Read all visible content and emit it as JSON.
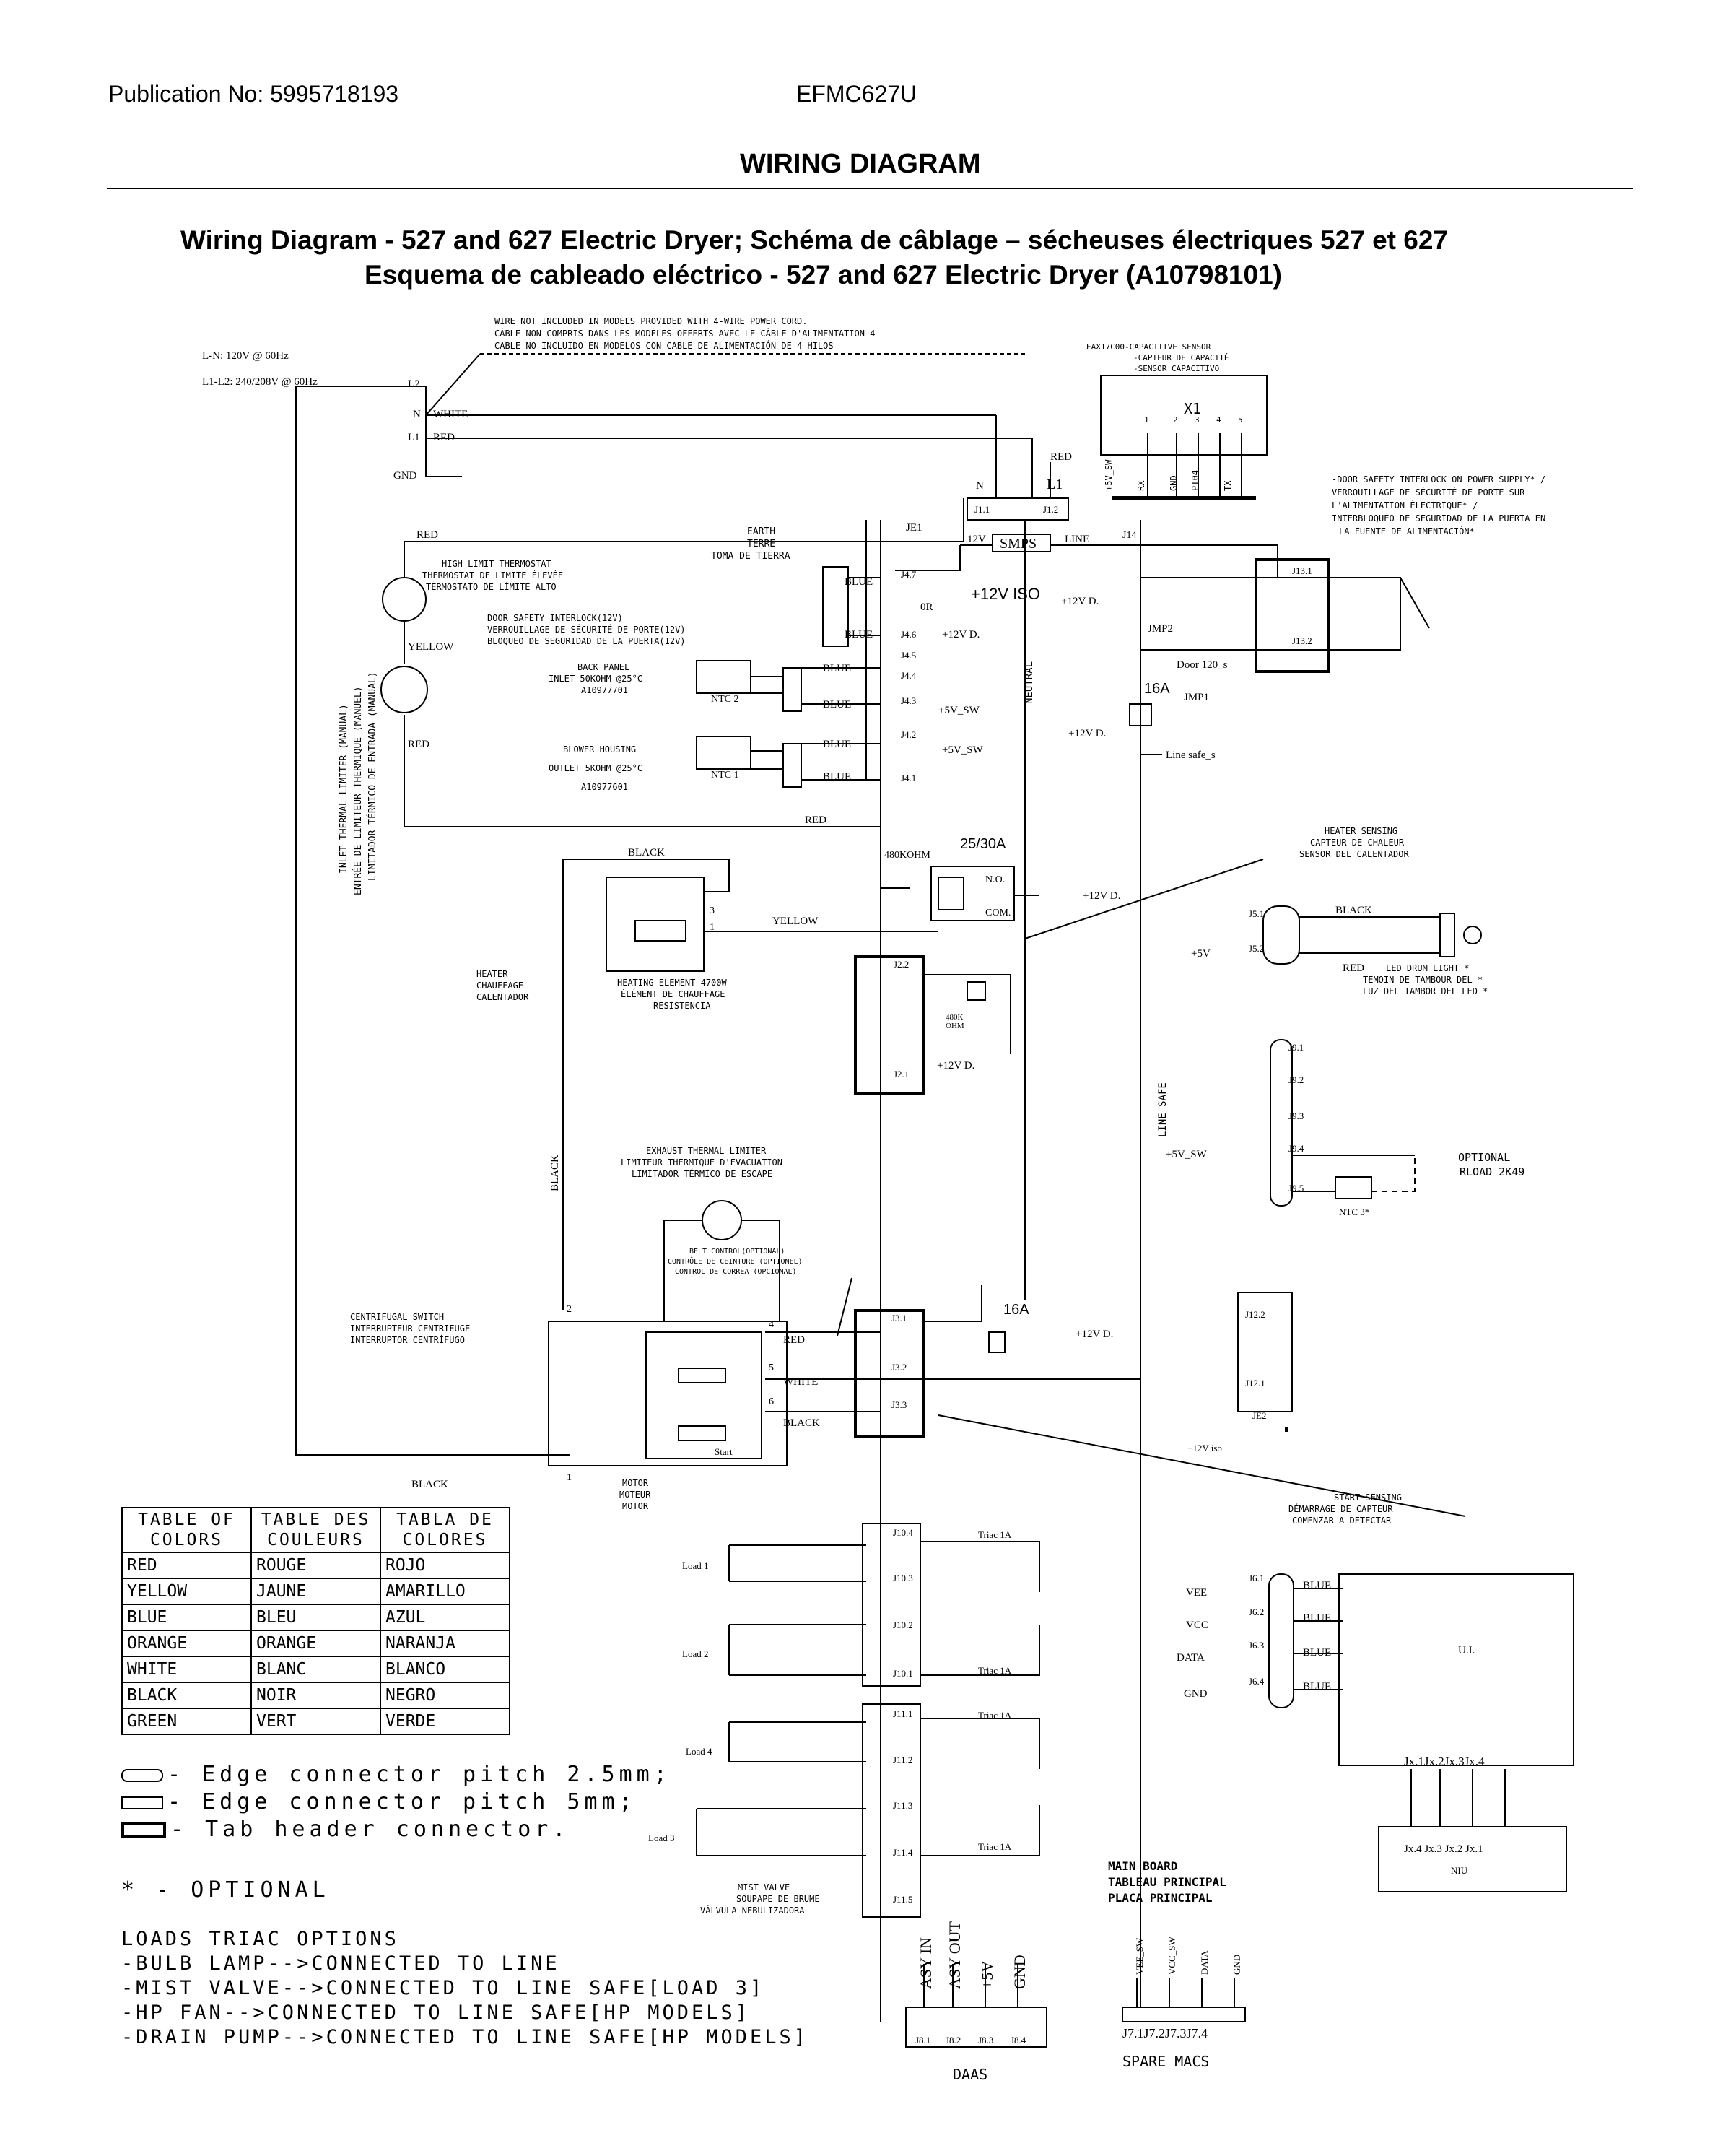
{
  "header": {
    "publication": "Publication No: 5995718193",
    "model": "EFMC627U",
    "section": "WIRING DIAGRAM"
  },
  "title": {
    "line1": "Wiring Diagram - 527 and 627 Electric Dryer; Schéma de câblage – sécheuses électriques 527 et 627",
    "line2": "Esquema de cableado eléctrico - 527 and 627 Electric Dryer (A10798101)"
  },
  "power": {
    "ln": "L-N: 120V @ 60Hz",
    "l1l2": "L1-L2: 240/208V @ 60Hz",
    "l2": "L2",
    "n": "N",
    "l1": "L1",
    "gnd": "GND",
    "white": "WHITE",
    "red": "RED"
  },
  "cord_note": [
    "WIRE NOT INCLUDED IN MODELS PROVIDED WITH 4-WIRE POWER CORD.",
    "CÂBLE NON COMPRIS DANS LES MODÈLES OFFERTS AVEC LE CÂBLE D'ALIMENTATION 4",
    "CABLE NO INCLUIDO EN MODELOS CON CABLE DE ALIMENTACIÓN DE 4 HILOS"
  ],
  "sensor": {
    "lines": [
      "EAX17C00-CAPACITIVE SENSOR",
      "-CAPTEUR DE CAPACITÉ",
      "-SENSOR CAPACITIVO"
    ],
    "x1": "X1",
    "pins": [
      "1",
      "2",
      "3",
      "4",
      "5"
    ],
    "signals": [
      "+5V_SW",
      "RX",
      "GND",
      "PT04",
      "TX"
    ],
    "j14": "J14"
  },
  "interlock_note": [
    "-DOOR SAFETY INTERLOCK ON POWER SUPPLY* /",
    "VERROUILLAGE DE SÉCURITÉ DE PORTE SUR",
    "L'ALIMENTATION ÉLECTRIQUE* /",
    "INTERBLOQUEO DE SEGURIDAD DE LA PUERTA EN",
    "LA FUENTE DE ALIMENTACIÓN*"
  ],
  "labels": {
    "red_top": "RED",
    "n2": "N",
    "l1b": "L1",
    "j11": "J1.1",
    "j12": "J1.2",
    "earth": [
      "EARTH",
      "TERRE",
      "TOMA DE TIERRA"
    ],
    "je1": "JE1",
    "smps": "SMPS",
    "v12": "12V",
    "line": "LINE",
    "v12iso": "+12V ISO",
    "v12d": "+12V D.",
    "high_limit": [
      "HIGH LIMIT THERMOSTAT",
      "THERMOSTAT DE LIMITE ÉLEVÉE",
      "TERMOSTATO DE LÍMITE ALTO"
    ],
    "yellow": "YELLOW",
    "red_mid": "RED",
    "red_left": "RED",
    "inlet_limiter": [
      "INLET THERMAL LIMITER (MANUAL)",
      "ENTRÉE DE LIMITEUR THERMIQUE (MANUEL)",
      "LIMITADOR TÉRMICO DE ENTRADA (MANUAL)"
    ],
    "door_safety": [
      "DOOR SAFETY INTERLOCK(12V)",
      "VERROUILLAGE DE SÉCURITÉ DE PORTE(12V)",
      "BLOQUEO DE SEGURIDAD DE LA PUERTA(12V)"
    ],
    "j47": "J4.7",
    "j46": "J4.6",
    "j45": "J4.5",
    "j44": "J4.4",
    "j43": "J4.3",
    "j42": "J4.2",
    "j41": "J4.1",
    "blue": "BLUE",
    "zero_r": "0R",
    "back_panel": [
      "BACK PANEL",
      "INLET 50KOHM @25°C",
      "A10977701"
    ],
    "ntc2": "NTC 2",
    "ntc1": "NTC 1",
    "blower": [
      "BLOWER HOUSING",
      "OUTLET 5KOHM @25°C",
      "A10977601"
    ],
    "v5sw": "+5V_SW",
    "neutral": "NEUTRAL",
    "j131": "J13.1",
    "j132": "J13.2",
    "jmp2": "JMP2",
    "door120": "Door 120_s",
    "a16": "16A",
    "jmp1": "JMP1",
    "line_safe_s": "Line safe_s",
    "black": "BLACK",
    "r480": "480KOHM",
    "a2530": "25/30A",
    "no": "N.O.",
    "com": "COM.",
    "heater": [
      "HEATER",
      "CHAUFFAGE",
      "CALENTADOR"
    ],
    "heating_element": [
      "HEATING ELEMENT 4700W",
      "ÉLÉMENT DE CHAUFFAGE",
      "RESISTENCIA"
    ],
    "heater_sensing": [
      "HEATER SENSING",
      "CAPTEUR DE CHALEUR",
      "SENSOR DEL CALENTADOR"
    ],
    "j51": "J5.1",
    "j52": "J5.2",
    "v5": "+5V",
    "led_drum": [
      "LED DRUM LIGHT *",
      "TÉMOIN DE TAMBOUR DEL *",
      "LUZ DEL TAMBOR DEL LED *"
    ],
    "j22": "J2.2",
    "j21": "J2.1",
    "k480": "480K",
    "ohm": "OHM",
    "line_safe": "LINE SAFE",
    "j91": "J9.1",
    "j92": "J9.2",
    "j93": "J9.3",
    "j94": "J9.4",
    "j95": "J9.5",
    "optional_rload": [
      "OPTIONAL",
      "RLOAD 2K49"
    ],
    "ntc3": "NTC 3*",
    "exhaust": [
      "EXHAUST THERMAL LIMITER",
      "LIMITEUR THERMIQUE D'ÉVACUATION",
      "LIMITADOR TÉRMICO DE ESCAPE"
    ],
    "belt": [
      "BELT CONTROL(OPTIONAL)",
      "CONTRÔLE DE CEINTURE (OPTIONEL)",
      "CONTROL DE CORREA (OPCIONAL)"
    ],
    "centrifugal": [
      "CENTRIFUGAL SWITCH",
      "INTERRUPTEUR CENTRIFUGE",
      "INTERRUPTOR CENTRÍFUGO"
    ],
    "j31": "J3.1",
    "j32": "J3.2",
    "j33": "J3.3",
    "white": "WHITE",
    "start": "Start",
    "motor": [
      "MOTOR",
      "MOTEUR",
      "MOTOR"
    ],
    "j122": "J12.2",
    "j121": "J12.1",
    "je2": "JE2",
    "v12iso2": "+12V iso",
    "start_sensing": [
      "START SENSING",
      "DÉMARRAGE DE CAPTEUR",
      "COMENZAR A DETECTAR"
    ],
    "j104": "J10.4",
    "j103": "J10.3",
    "j102": "J10.2",
    "j101": "J10.1",
    "triac": "Triac 1A",
    "load1": "Load 1",
    "load2": "Load 2",
    "load4": "Load 4",
    "load3": "Load 3",
    "j111": "J11.1",
    "j112": "J11.2",
    "j113": "J11.3",
    "j114": "J11.4",
    "j115": "J11.5",
    "mist": [
      "MIST VALVE",
      "SOUPAPE DE BRUME",
      "VÁLVULA NEBULIZADORA"
    ],
    "vee": "VEE",
    "vcc": "VCC",
    "data": "DATA",
    "gnd": "GND",
    "j61": "J6.1",
    "j62": "J6.2",
    "j63": "J6.3",
    "j64": "J6.4",
    "ui": "U.I.",
    "jx": "Jx.1Jx.2Jx.3Jx.4",
    "niu": "NIU",
    "niu_pins": "Jx.4  Jx.3  Jx.2  Jx.1",
    "main_board": [
      "MAIN BOARD",
      "TABLEAU PRINCIPAL",
      "PLACA PRINCIPAL"
    ],
    "asy_in": "ASY IN",
    "asy_out": "ASY OUT",
    "v5b": "+5V",
    "gnd2": "GND",
    "j8": [
      "J8.1",
      "J8.2",
      "J8.3",
      "J8.4"
    ],
    "daas": "DAAS",
    "vee_sw": "VEE_SW",
    "vcc_sw": "VCC_SW",
    "j7": "J7.1J7.2J7.3J7.4",
    "spare_macs": "SPARE  MACS",
    "pin2": "2",
    "pin3": "3",
    "pin4": "4",
    "pin1": "1",
    "pin5": "5",
    "pin6": "6"
  },
  "color_table": {
    "headers": [
      "TABLE OF\nCOLORS",
      "TABLE DES\nCOULEURS",
      "TABLA DE\nCOLORES"
    ],
    "rows": [
      [
        "RED",
        "ROUGE",
        "ROJO"
      ],
      [
        "YELLOW",
        "JAUNE",
        "AMARILLO"
      ],
      [
        "BLUE",
        "BLEU",
        "AZUL"
      ],
      [
        "ORANGE",
        "ORANGE",
        "NARANJA"
      ],
      [
        "WHITE",
        "BLANC",
        "BLANCO"
      ],
      [
        "BLACK",
        "NOIR",
        "NEGRO"
      ],
      [
        "GREEN",
        "VERT",
        "VERDE"
      ]
    ]
  },
  "legend": {
    "edge25": "- Edge connector pitch 2.5mm;",
    "edge5": "- Edge connector pitch 5mm;",
    "tab": "- Tab header connector.",
    "optional": "* - OPTIONAL"
  },
  "notes": {
    "title": "LOADS TRIAC OPTIONS",
    "lines": [
      "-BULB LAMP-->CONNECTED TO LINE",
      "-MIST VALVE-->CONNECTED TO LINE SAFE[LOAD 3]",
      "-HP FAN-->CONNECTED TO LINE SAFE[HP MODELS]",
      "-DRAIN PUMP-->CONNECTED TO LINE SAFE[HP MODELS]"
    ]
  }
}
